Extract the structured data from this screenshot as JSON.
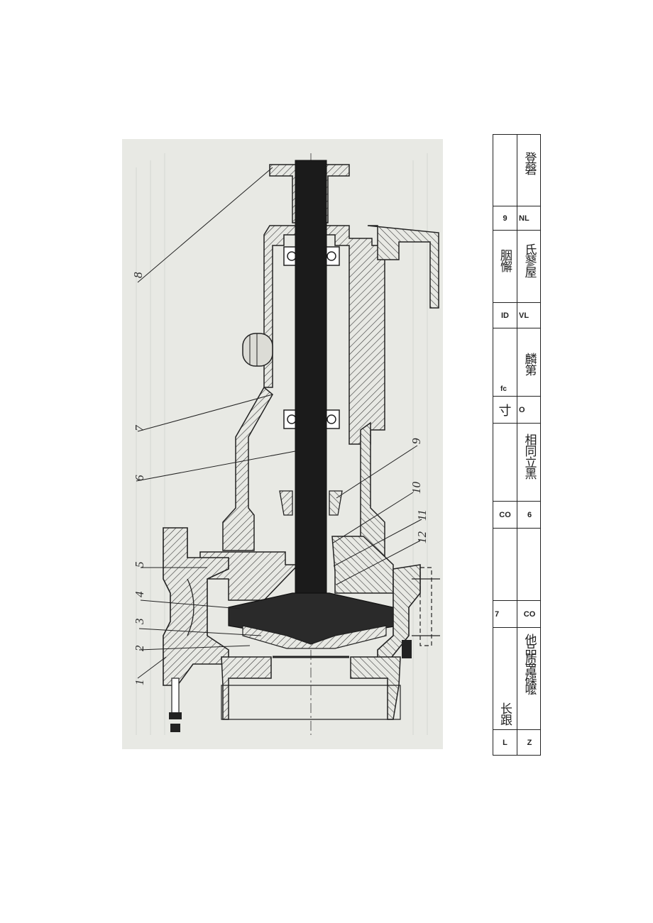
{
  "drawing": {
    "part_numbers": [
      "1",
      "2",
      "3",
      "4",
      "5",
      "6",
      "7",
      "8",
      "9",
      "10",
      "11",
      "12"
    ]
  },
  "legend": {
    "rows": [
      {
        "left": "",
        "right": "登磐"
      },
      {
        "left": "9",
        "right": "NL"
      },
      {
        "left": "胭懈",
        "right": "氐蓼屋"
      },
      {
        "left": "ID",
        "right": "VL"
      },
      {
        "left": "fc",
        "right": "麟第"
      },
      {
        "left": "寸",
        "right": "O"
      },
      {
        "left": "",
        "right": "相同立黑"
      },
      {
        "left": "CO",
        "right": "6"
      },
      {
        "left": "",
        "right": ""
      },
      {
        "left": "7",
        "right": "CO"
      },
      {
        "left": "长跟",
        "right": "他品质罩磲嚒"
      },
      {
        "left": "L",
        "right": "Z"
      }
    ]
  }
}
